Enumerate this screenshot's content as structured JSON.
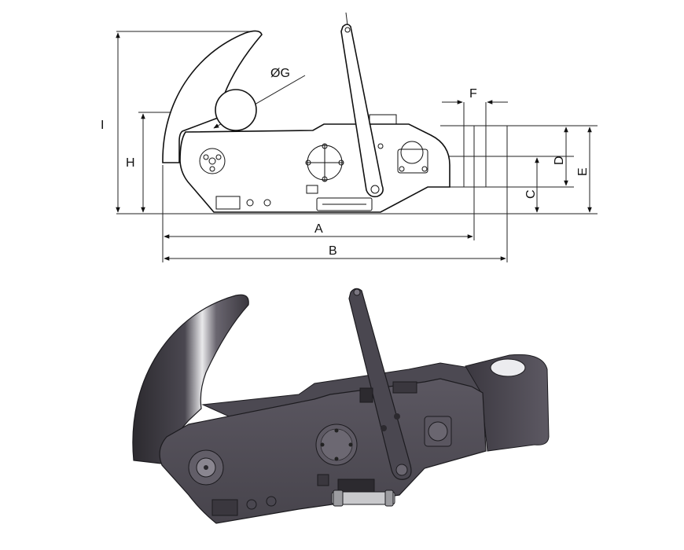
{
  "drawing": {
    "dimension_labels": {
      "A": "A",
      "B": "B",
      "C": "C",
      "D": "D",
      "E": "E",
      "F": "F",
      "G": "ØG",
      "H": "H",
      "I": "I"
    }
  },
  "colors": {
    "ink": "#111111",
    "steel_dark": "#3d3a40",
    "steel_mid": "#5a5660",
    "steel_light": "#7c7884",
    "highlight": "#e8e8ea"
  }
}
